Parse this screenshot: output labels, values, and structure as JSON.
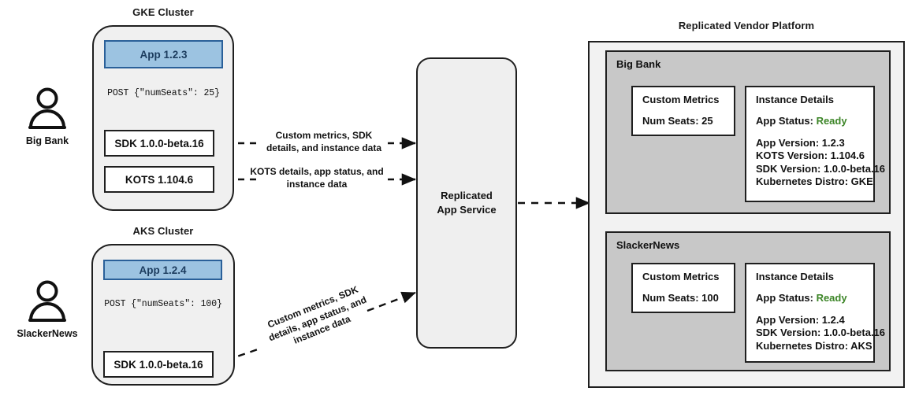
{
  "diagram": {
    "title_gke": "GKE Cluster",
    "title_aks": "AKS Cluster",
    "title_platform": "Replicated Vendor Platform"
  },
  "actors": [
    {
      "name": "Big Bank",
      "icon": "person-icon"
    },
    {
      "name": "SlackerNews",
      "icon": "person-icon"
    }
  ],
  "gke_cluster": {
    "app": "App 1.2.3",
    "post": "POST {\"numSeats\": 25}",
    "sdk": "SDK 1.0.0-beta.16",
    "kots": "KOTS 1.104.6"
  },
  "aks_cluster": {
    "app": "App 1.2.4",
    "post": "POST {\"numSeats\": 100}",
    "sdk": "SDK 1.0.0-beta.16"
  },
  "service": {
    "line1": "Replicated",
    "line2": "App Service"
  },
  "edges": {
    "sdk_gke": "Custom metrics, SDK\ndetails, and instance data",
    "kots_gke": "KOTS details, app status, and\ninstance data",
    "sdk_aks": "Custom metrics, SDK\ndetails, app status, and\ninstance data"
  },
  "platform": {
    "tenants": [
      {
        "name": "Big Bank",
        "metrics": {
          "title": "Custom Metrics",
          "lines": [
            "Num Seats: 25"
          ]
        },
        "details": {
          "title": "Instance Details",
          "status_label": "App Status:",
          "status_value": "Ready",
          "lines": [
            "App Version: 1.2.3",
            "KOTS Version: 1.104.6",
            "SDK Version: 1.0.0-beta.16",
            "Kubernetes Distro: GKE"
          ]
        }
      },
      {
        "name": "SlackerNews",
        "metrics": {
          "title": "Custom Metrics",
          "lines": [
            "Num Seats: 100"
          ]
        },
        "details": {
          "title": "Instance Details",
          "status_label": "App Status:",
          "status_value": "Ready",
          "lines": [
            "App Version: 1.2.4",
            "SDK Version: 1.0.0-beta.16",
            "Kubernetes Distro: AKS"
          ]
        }
      }
    ]
  },
  "colors": {
    "app_fill": "#9cc3e1",
    "app_border": "#2a6099",
    "app_text": "#1c3c5e",
    "cluster_fill": "#f0f0f0",
    "tenant_fill": "#c8c8c8",
    "platform_fill": "#f2f2f2",
    "status_ready": "#3c8527",
    "stroke": "#1f1f1f"
  }
}
